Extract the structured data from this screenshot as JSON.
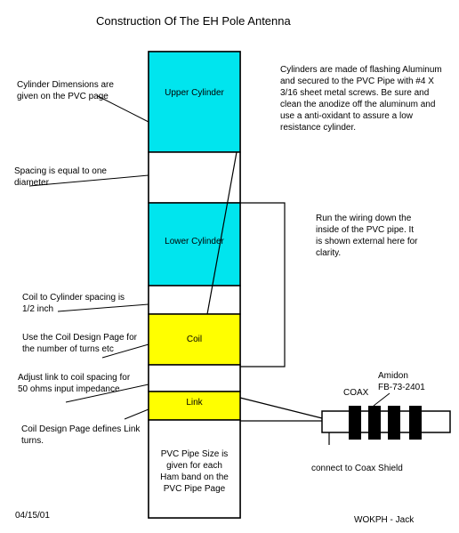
{
  "title": "Construction Of The EH Pole Antenna",
  "blocks": {
    "upper": "Upper Cylinder",
    "lower": "Lower Cylinder",
    "coil": "Coil",
    "link": "Link",
    "pvc": "PVC Pipe Size is\ngiven for each\nHam band on the\nPVC Pipe Page"
  },
  "notes": {
    "cylinder_dims": "Cylinder Dimensions are\ngiven on the PVC page",
    "spacing": "Spacing is equal to one\ndiameter",
    "coil_spacing": "Coil to Cylinder spacing is\n1/2 inch",
    "coil_design": "Use the Coil Design Page for\nthe number of turns etc",
    "adjust_link": "Adjust link to coil spacing for\n50 ohms input impedance",
    "link_turns": "Coil Design Page defines Link\nturns.",
    "cylinders_made": "Cylinders are made of flashing Aluminum\nand secured to the PVC Pipe with #4 X\n3/16 sheet metal screws. Be sure and\nclean the anodize off the aluminum and\nuse a anti-oxidant to assure a low\nresistance cylinder.",
    "wiring": "Run the wiring down the\ninside of the PVC pipe. It\nis shown external here for\nclarity.",
    "amidon": "Amidon\nFB-73-2401",
    "coax": "COAX",
    "shield": "connect to Coax Shield",
    "date": "04/15/01",
    "author": "WOKPH - Jack"
  },
  "colors": {
    "cylinder": "#00e5ee",
    "coil": "#ffff00",
    "line": "#000000"
  }
}
